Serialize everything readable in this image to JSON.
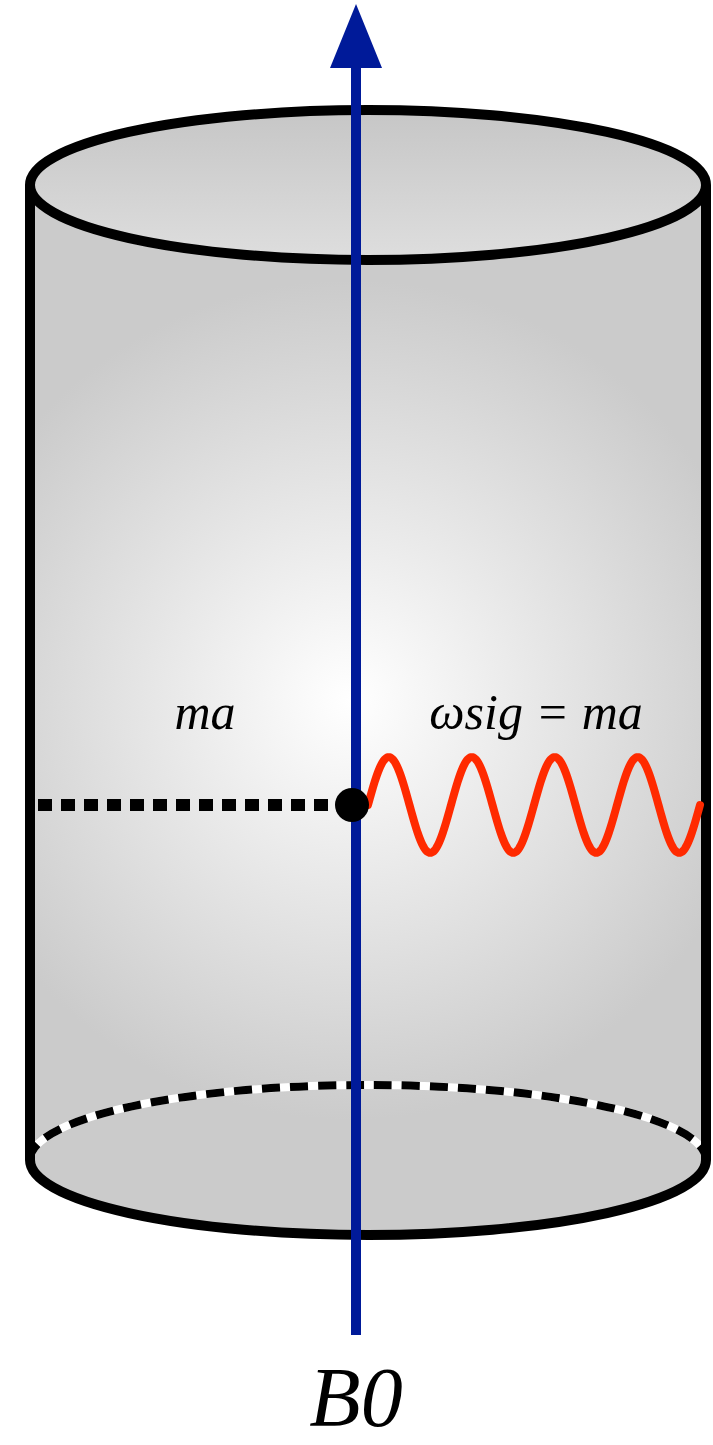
{
  "diagram": {
    "labels": [
      "ma",
      "ωsig = ma",
      "B0"
    ]
  }
}
